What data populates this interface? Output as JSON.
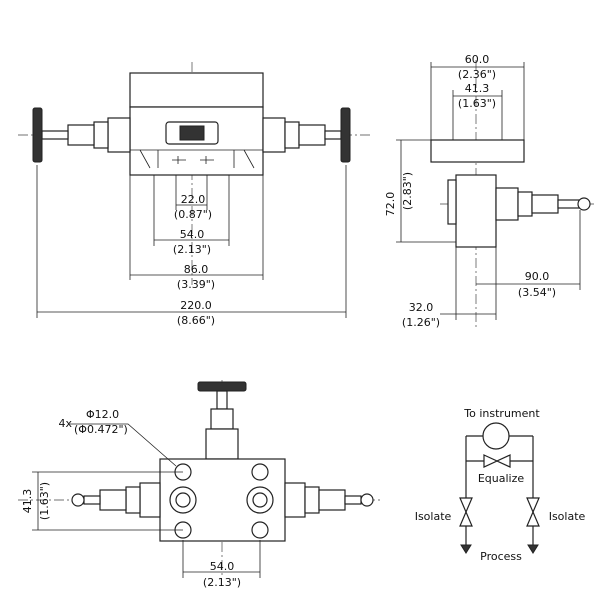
{
  "dims": {
    "d22_mm": "22.0",
    "d22_in": "(0.87\")",
    "d54_mm": "54.0",
    "d54_in": "(2.13\")",
    "d86_mm": "86.0",
    "d86_in": "(3.39\")",
    "d220_mm": "220.0",
    "d220_in": "(8.66\")",
    "d60_mm": "60.0",
    "d60_in": "(2.36\")",
    "d41_mm": "41.3",
    "d41_in": "(1.63\")",
    "d72_mm": "72.0",
    "d72_in": "(2.83\")",
    "d90_mm": "90.0",
    "d90_in": "(3.54\")",
    "d32_mm": "32.0",
    "d32_in": "(1.26\")",
    "hole_qty": "4x",
    "hole_dia_mm": "Φ12.0",
    "hole_dia_in": "(Φ0.472\")",
    "bottom_41_mm": "41.3",
    "bottom_41_in": "(1.63\")",
    "bottom_54_mm": "54.0",
    "bottom_54_in": "(2.13\")"
  },
  "schematic": {
    "to_instrument": "To instrument",
    "equalize": "Equalize",
    "isolate_left": "Isolate",
    "isolate_right": "Isolate",
    "process": "Process"
  }
}
